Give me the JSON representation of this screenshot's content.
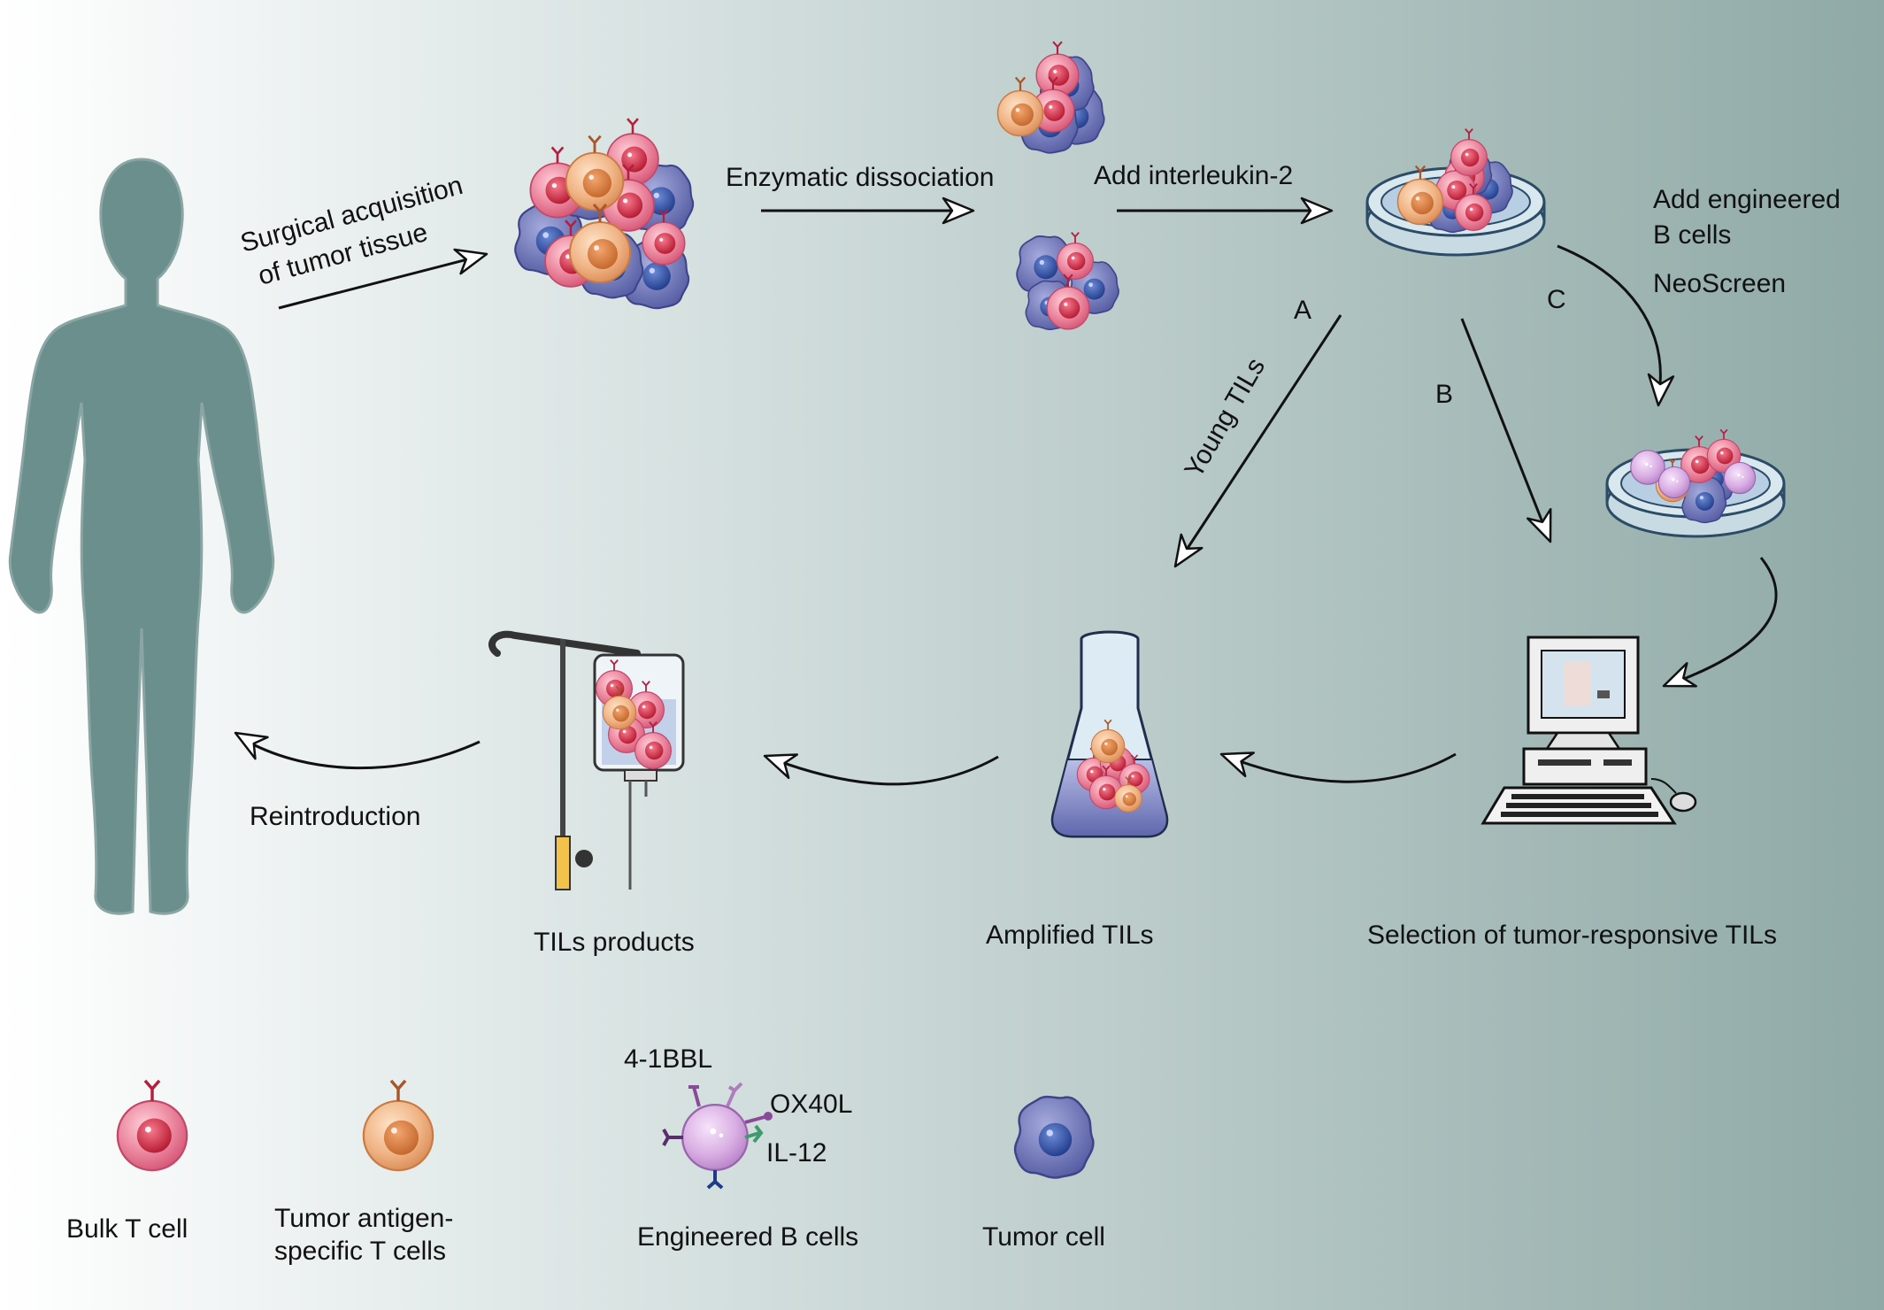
{
  "labels": {
    "surgical_1": "Surgical acquisition",
    "surgical_2": "of tumor tissue",
    "enzymatic": "Enzymatic dissociation",
    "interleukin": "Add interleukin-2",
    "engineered_1": "Add engineered",
    "engineered_2": "B cells",
    "neoscreen": "NeoScreen",
    "path_a": "A",
    "path_b": "B",
    "path_c": "C",
    "young_tils": "Young TILs",
    "reintroduction": "Reintroduction",
    "tils_products": "TILs products",
    "amplified_tils": "Amplified TILs",
    "selection": "Selection of tumor-responsive TILs"
  },
  "legend": {
    "bulk_t": "Bulk T cell",
    "tumor_antigen_1": "Tumor antigen-",
    "tumor_antigen_2": "specific T cells",
    "ligand_41bbl": "4-1BBL",
    "ligand_ox40l": "OX40L",
    "ligand_il12": "IL-12",
    "engineered_b": "Engineered B cells",
    "tumor_cell": "Tumor cell"
  },
  "colors": {
    "bg_left": "#ffffff",
    "bg_right": "#8fa9a6",
    "human": "#6b8f8d",
    "t_cell": "#e27089",
    "antigen_t_cell": "#eba678",
    "tumor_cell": "#6f75b7",
    "b_cell": "#cf9fd9",
    "arrow": "#111111"
  }
}
